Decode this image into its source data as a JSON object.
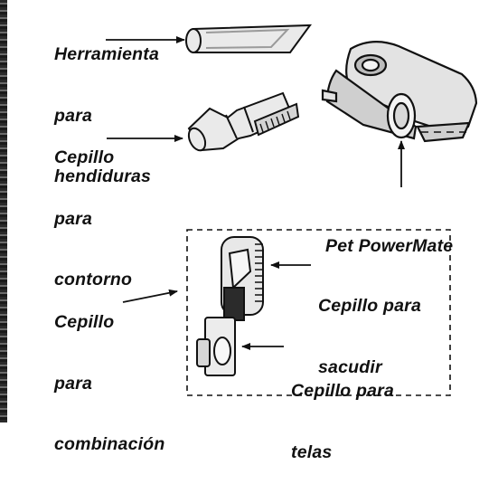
{
  "labels": {
    "crevice_tool": [
      "Herramienta",
      "para",
      "hendiduras"
    ],
    "dusting_brush_left": [
      "Cepillo",
      "para",
      "contorno"
    ],
    "pet_powermate": "Pet PowerMate",
    "combination_brush": [
      "Cepillo",
      "para",
      "combinación"
    ],
    "dusting_brush_right": [
      "Cepillo para",
      "sacudir"
    ],
    "upholstery_brush": [
      "Cepillo para",
      "telas"
    ]
  },
  "colors": {
    "ink": "#111111",
    "tool_fill": "#e9e9e9",
    "tool_shade": "#bdbdbd"
  },
  "icons": [
    "crevice-tool-icon",
    "dusting-brush-icon",
    "pet-powermate-icon",
    "combination-brush-icon"
  ]
}
